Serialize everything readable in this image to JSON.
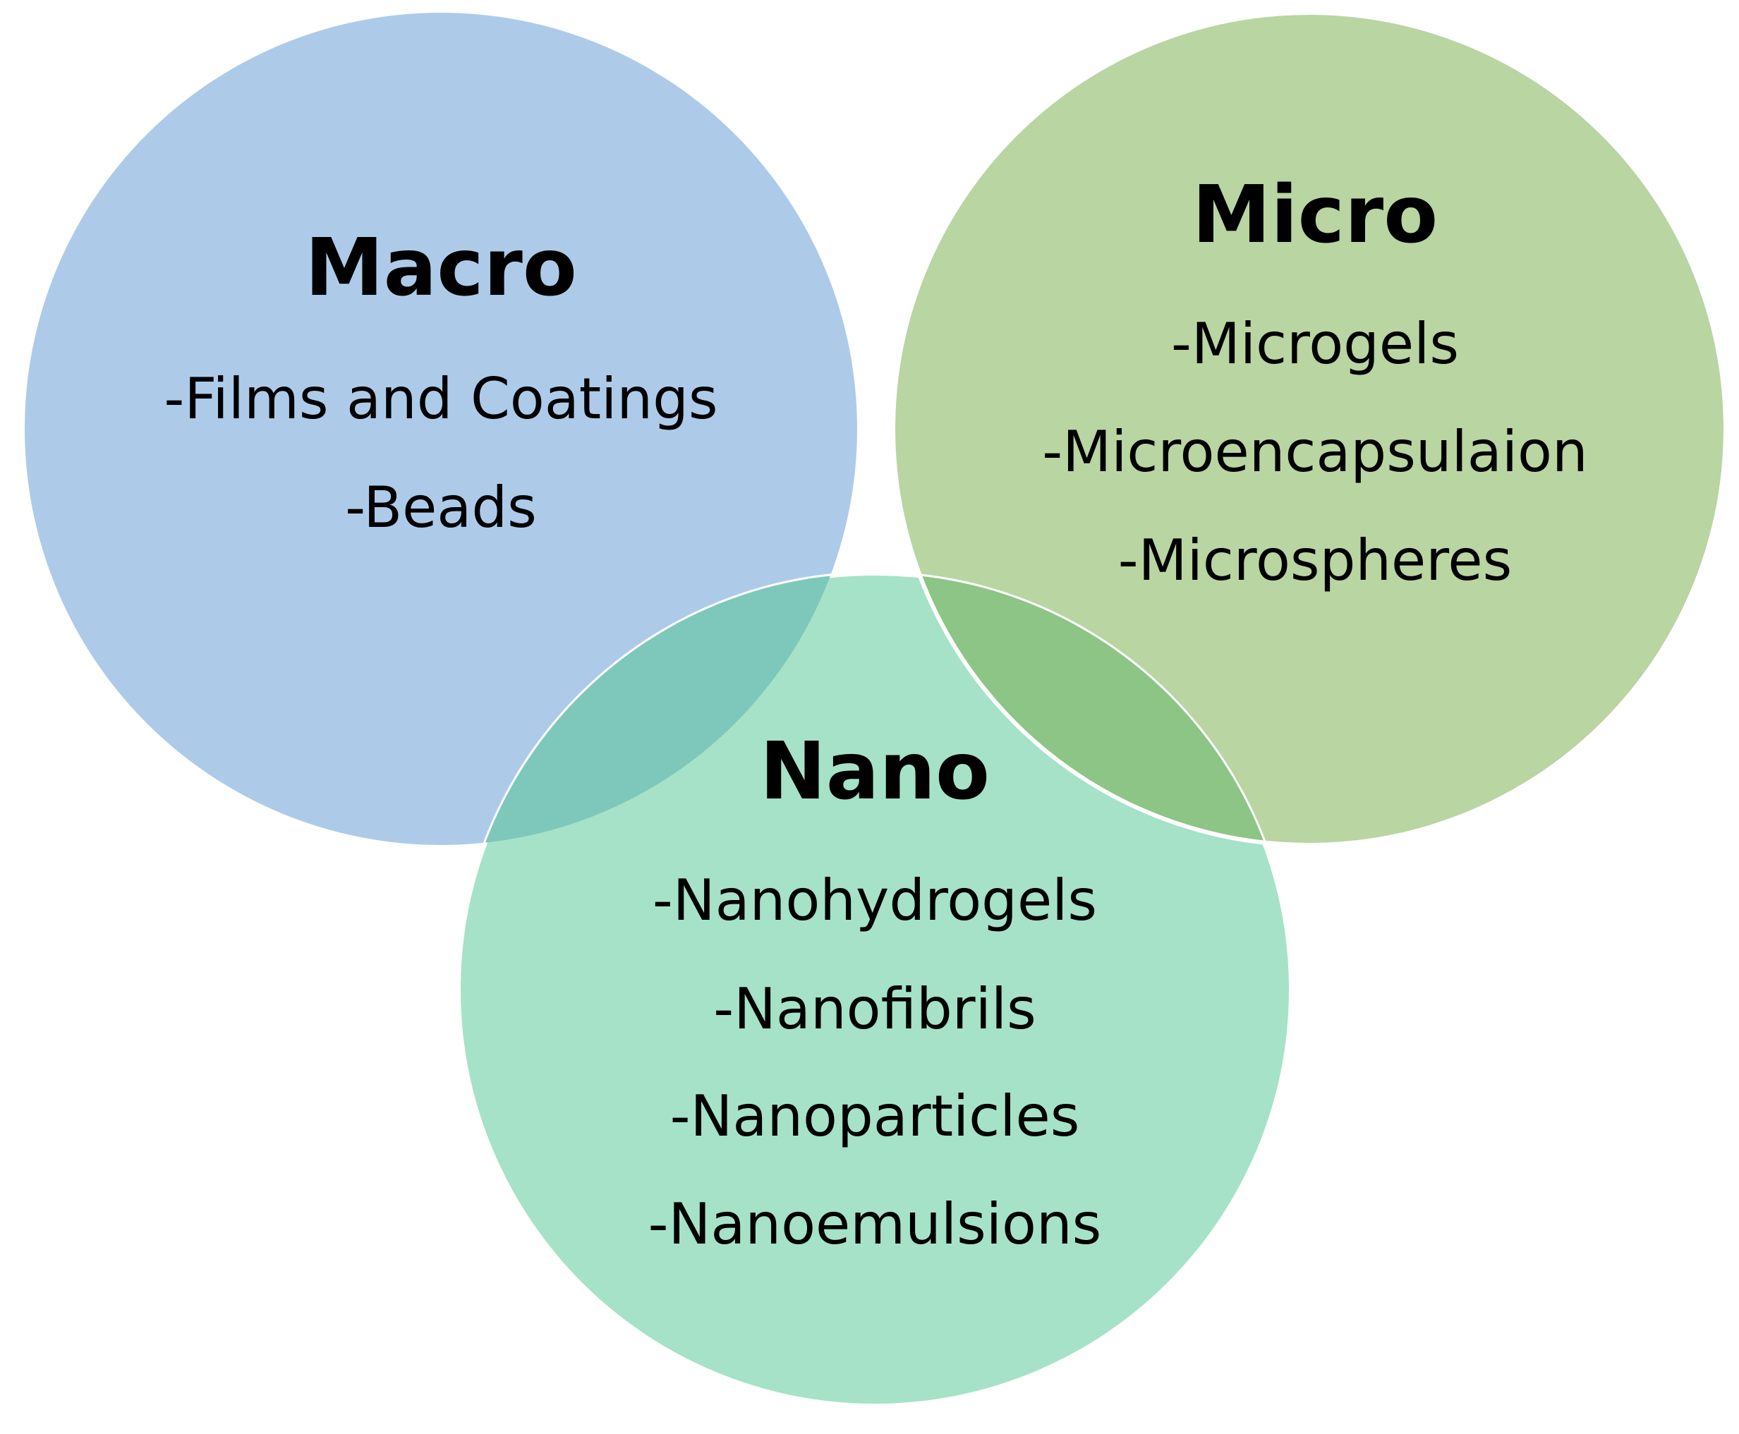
{
  "circles": [
    {
      "id": "macro",
      "title": "Macro",
      "items": [
        "-Films and Coatings",
        "-Beads"
      ],
      "color": "#adcbe9"
    },
    {
      "id": "micro",
      "title": "Micro",
      "items": [
        "-Microgels",
        "-Microencapsulaion",
        "-Microspheres"
      ],
      "color": "#b9d5a2"
    },
    {
      "id": "nano",
      "title": "Nano",
      "items": [
        "-Nanohydrogels",
        "-Nanofibrils",
        "-Nanoparticles",
        "-Nanoemulsions"
      ],
      "color": "#a6e2c8"
    }
  ],
  "overlap_colors": {
    "macro_nano": "#7ec8bb",
    "micro_nano": "#8cc585"
  }
}
